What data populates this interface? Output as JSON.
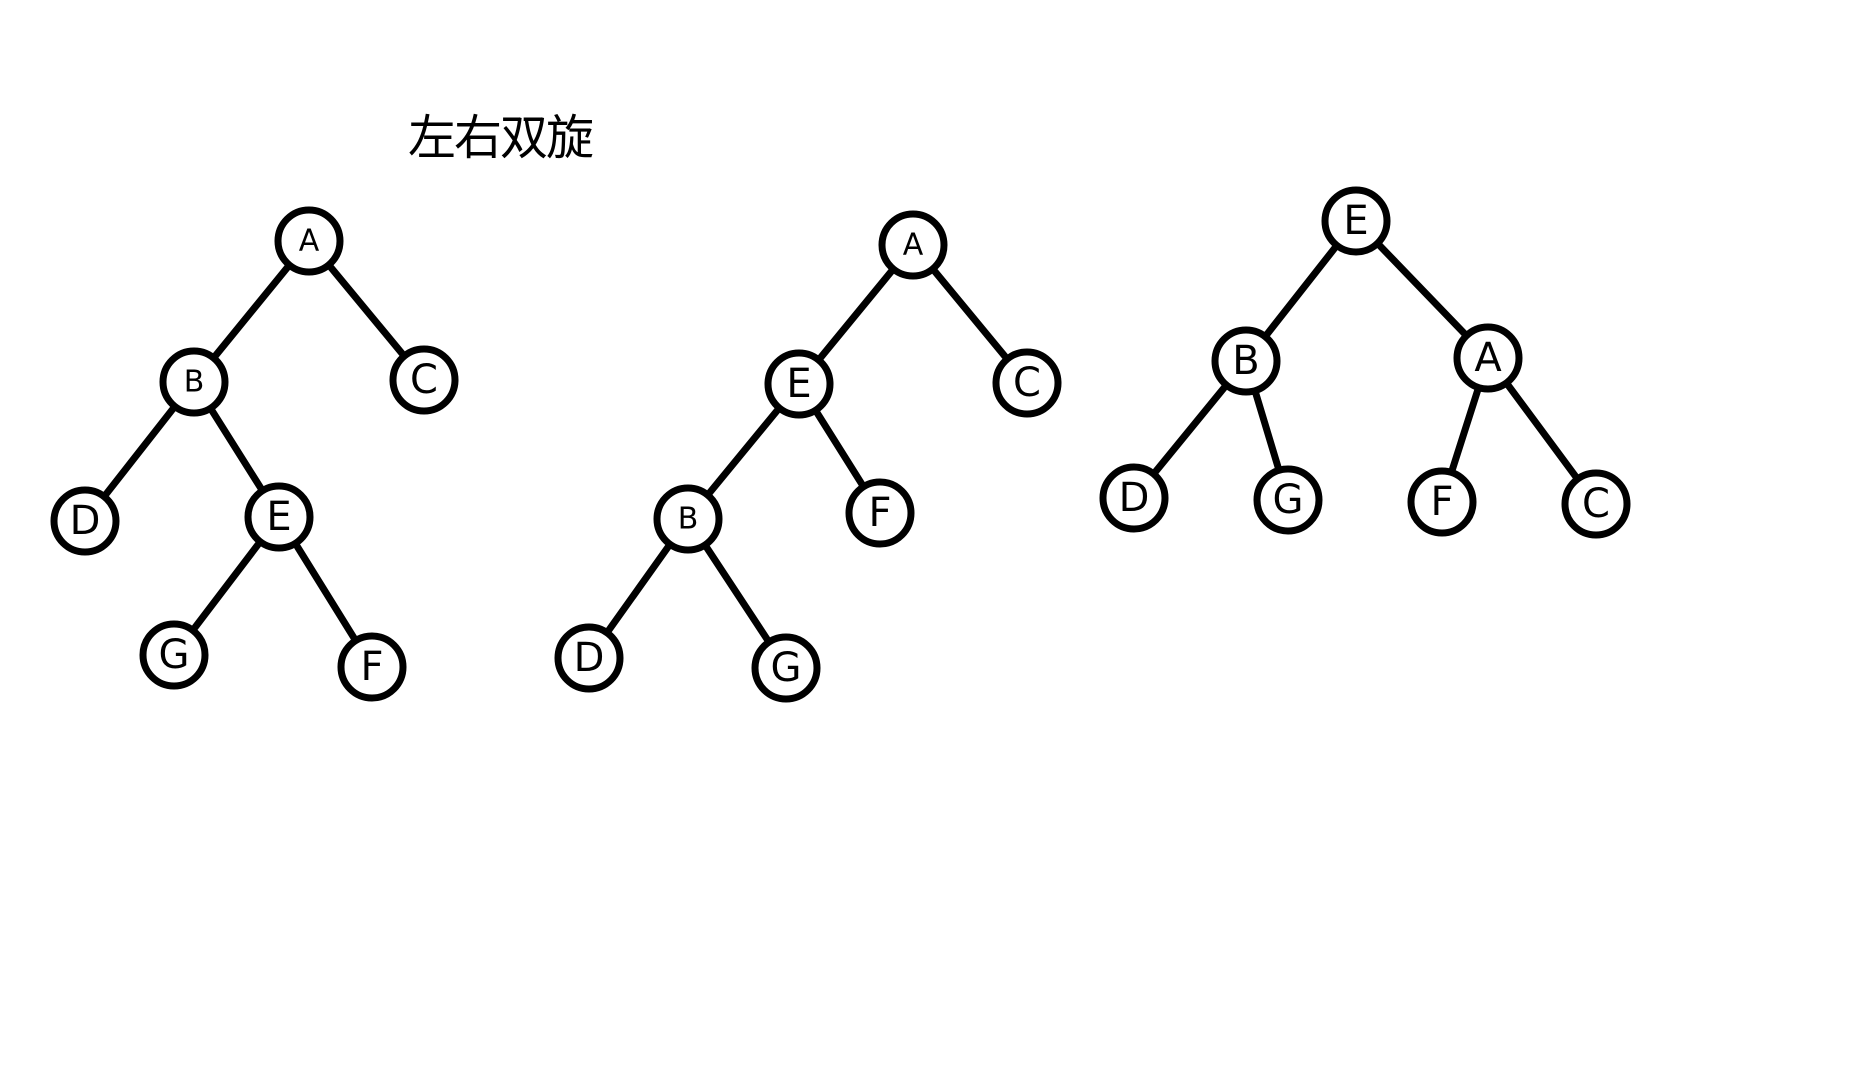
{
  "title": "左右双旋",
  "colors": {
    "background": "#ffffff",
    "stroke": "#000000",
    "node_fill": "#ffffff",
    "text": "#000000"
  },
  "trees": [
    {
      "id": "tree-1",
      "nodes": [
        {
          "id": "A",
          "label": "A"
        },
        {
          "id": "B",
          "label": "B"
        },
        {
          "id": "C",
          "label": "C"
        },
        {
          "id": "D",
          "label": "D"
        },
        {
          "id": "E",
          "label": "E"
        },
        {
          "id": "G",
          "label": "G"
        },
        {
          "id": "F",
          "label": "F"
        }
      ],
      "edges": [
        [
          "A",
          "B"
        ],
        [
          "A",
          "C"
        ],
        [
          "B",
          "D"
        ],
        [
          "B",
          "E"
        ],
        [
          "E",
          "G"
        ],
        [
          "E",
          "F"
        ]
      ]
    },
    {
      "id": "tree-2",
      "nodes": [
        {
          "id": "A",
          "label": "A"
        },
        {
          "id": "E",
          "label": "E"
        },
        {
          "id": "C",
          "label": "C"
        },
        {
          "id": "B",
          "label": "B"
        },
        {
          "id": "F",
          "label": "F"
        },
        {
          "id": "D",
          "label": "D"
        },
        {
          "id": "G",
          "label": "G"
        }
      ],
      "edges": [
        [
          "A",
          "E"
        ],
        [
          "A",
          "C"
        ],
        [
          "E",
          "B"
        ],
        [
          "E",
          "F"
        ],
        [
          "B",
          "D"
        ],
        [
          "B",
          "G"
        ]
      ]
    },
    {
      "id": "tree-3",
      "nodes": [
        {
          "id": "E",
          "label": "E"
        },
        {
          "id": "B",
          "label": "B"
        },
        {
          "id": "A",
          "label": "A"
        },
        {
          "id": "D",
          "label": "D"
        },
        {
          "id": "G",
          "label": "G"
        },
        {
          "id": "F",
          "label": "F"
        },
        {
          "id": "C",
          "label": "C"
        }
      ],
      "edges": [
        [
          "E",
          "B"
        ],
        [
          "E",
          "A"
        ],
        [
          "B",
          "D"
        ],
        [
          "B",
          "G"
        ],
        [
          "A",
          "F"
        ],
        [
          "A",
          "C"
        ]
      ]
    }
  ]
}
